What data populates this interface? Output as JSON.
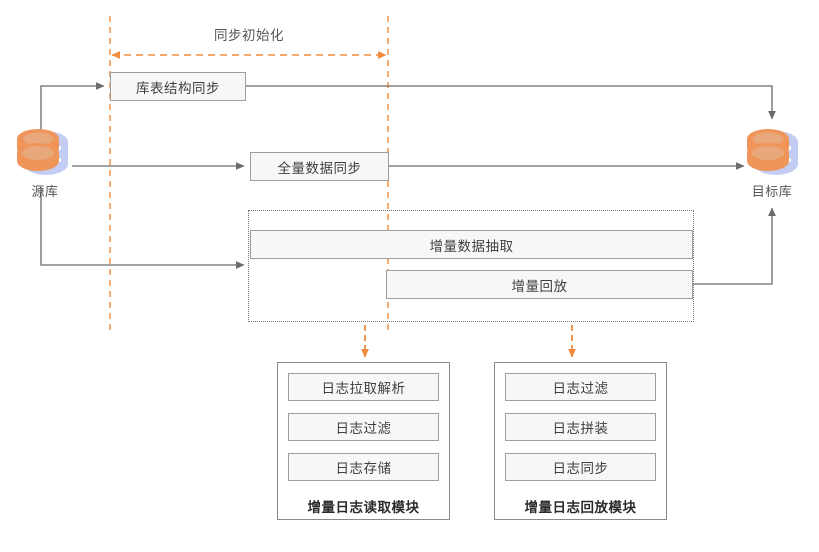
{
  "diagram": {
    "title_label": "同步初始化",
    "source_db": {
      "label": "源库",
      "icon": "database-icon"
    },
    "target_db": {
      "label": "目标库",
      "icon": "database-icon"
    },
    "stages": [
      {
        "id": "schema-sync",
        "label": "库表结构同步"
      },
      {
        "id": "full-data-sync",
        "label": "全量数据同步"
      },
      {
        "id": "incremental-extract",
        "label": "增量数据抽取"
      },
      {
        "id": "incremental-replay",
        "label": "增量回放"
      }
    ],
    "modules": [
      {
        "id": "log-read-module",
        "caption": "增量日志读取模块",
        "items": [
          "日志拉取解析",
          "日志过滤",
          "日志存储"
        ]
      },
      {
        "id": "log-replay-module",
        "caption": "增量日志回放模块",
        "items": [
          "日志过滤",
          "日志拼装",
          "日志同步"
        ]
      }
    ],
    "colors": {
      "accent_orange": "#f08a3c",
      "box_fill": "#f7f7f7",
      "box_border": "#9e9e9e",
      "connector": "#6b6b6b",
      "text": "#3f3f3f",
      "db_top": "#e8a87c",
      "db_body": "#f0955a",
      "db_shadow": "#b9c5f0"
    }
  }
}
